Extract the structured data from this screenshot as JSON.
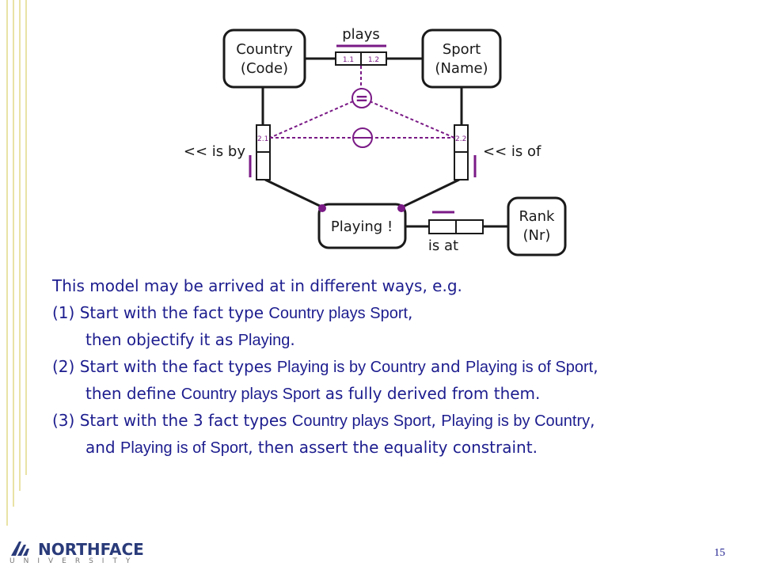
{
  "diagram": {
    "entities": {
      "country": {
        "line1": "Country",
        "line2": "(Code)"
      },
      "sport": {
        "line1": "Sport",
        "line2": "(Name)"
      },
      "playing": {
        "line1": "Playing !"
      },
      "rank": {
        "line1": "Rank",
        "line2": "(Nr)"
      }
    },
    "fact_plays": {
      "reading": "plays",
      "role1_label": "1.1",
      "role2_label": "1.2"
    },
    "fact_is_by": {
      "reading": "<< is by",
      "role_label": "2.1"
    },
    "fact_is_of": {
      "reading": "<< is of",
      "role_label": "2.2"
    },
    "fact_is_at": {
      "reading": "is at"
    },
    "equality_constraint_symbol": "=",
    "colors": {
      "line": "#1a1a1a",
      "constraint": "#7a1a86"
    }
  },
  "body": {
    "intro": "This model may be arrived at in different ways, e.g.",
    "item1": {
      "prefix": "(1) Start with the fact type ",
      "term1": "Country plays Sport",
      "suffix": ","
    },
    "item1_cont": {
      "prefix": "then objectify it as ",
      "term1": "Playing",
      "suffix": "."
    },
    "item2": {
      "prefix": "(2) Start with the fact types ",
      "term1": "Playing is by Country",
      "mid": " and ",
      "term2": "Playing is of Sport",
      "suffix": ","
    },
    "item2_cont": {
      "prefix": "then define ",
      "term1": "Country plays Sport",
      "suffix": " as fully derived from them."
    },
    "item3": {
      "prefix": "(3) Start with the 3 fact types ",
      "term1": "Country plays Sport",
      "mid": ", ",
      "term2": "Playing is by Country",
      "suffix": ","
    },
    "item3_cont": {
      "prefix": "and ",
      "term1": "Playing is of Sport",
      "suffix": ", then assert the equality constraint."
    }
  },
  "footer": {
    "page_number": "15",
    "logo_name": "NORTHFACE",
    "logo_sub": "UNIVERSITY",
    "logo_icon": "northface-logo-icon"
  }
}
